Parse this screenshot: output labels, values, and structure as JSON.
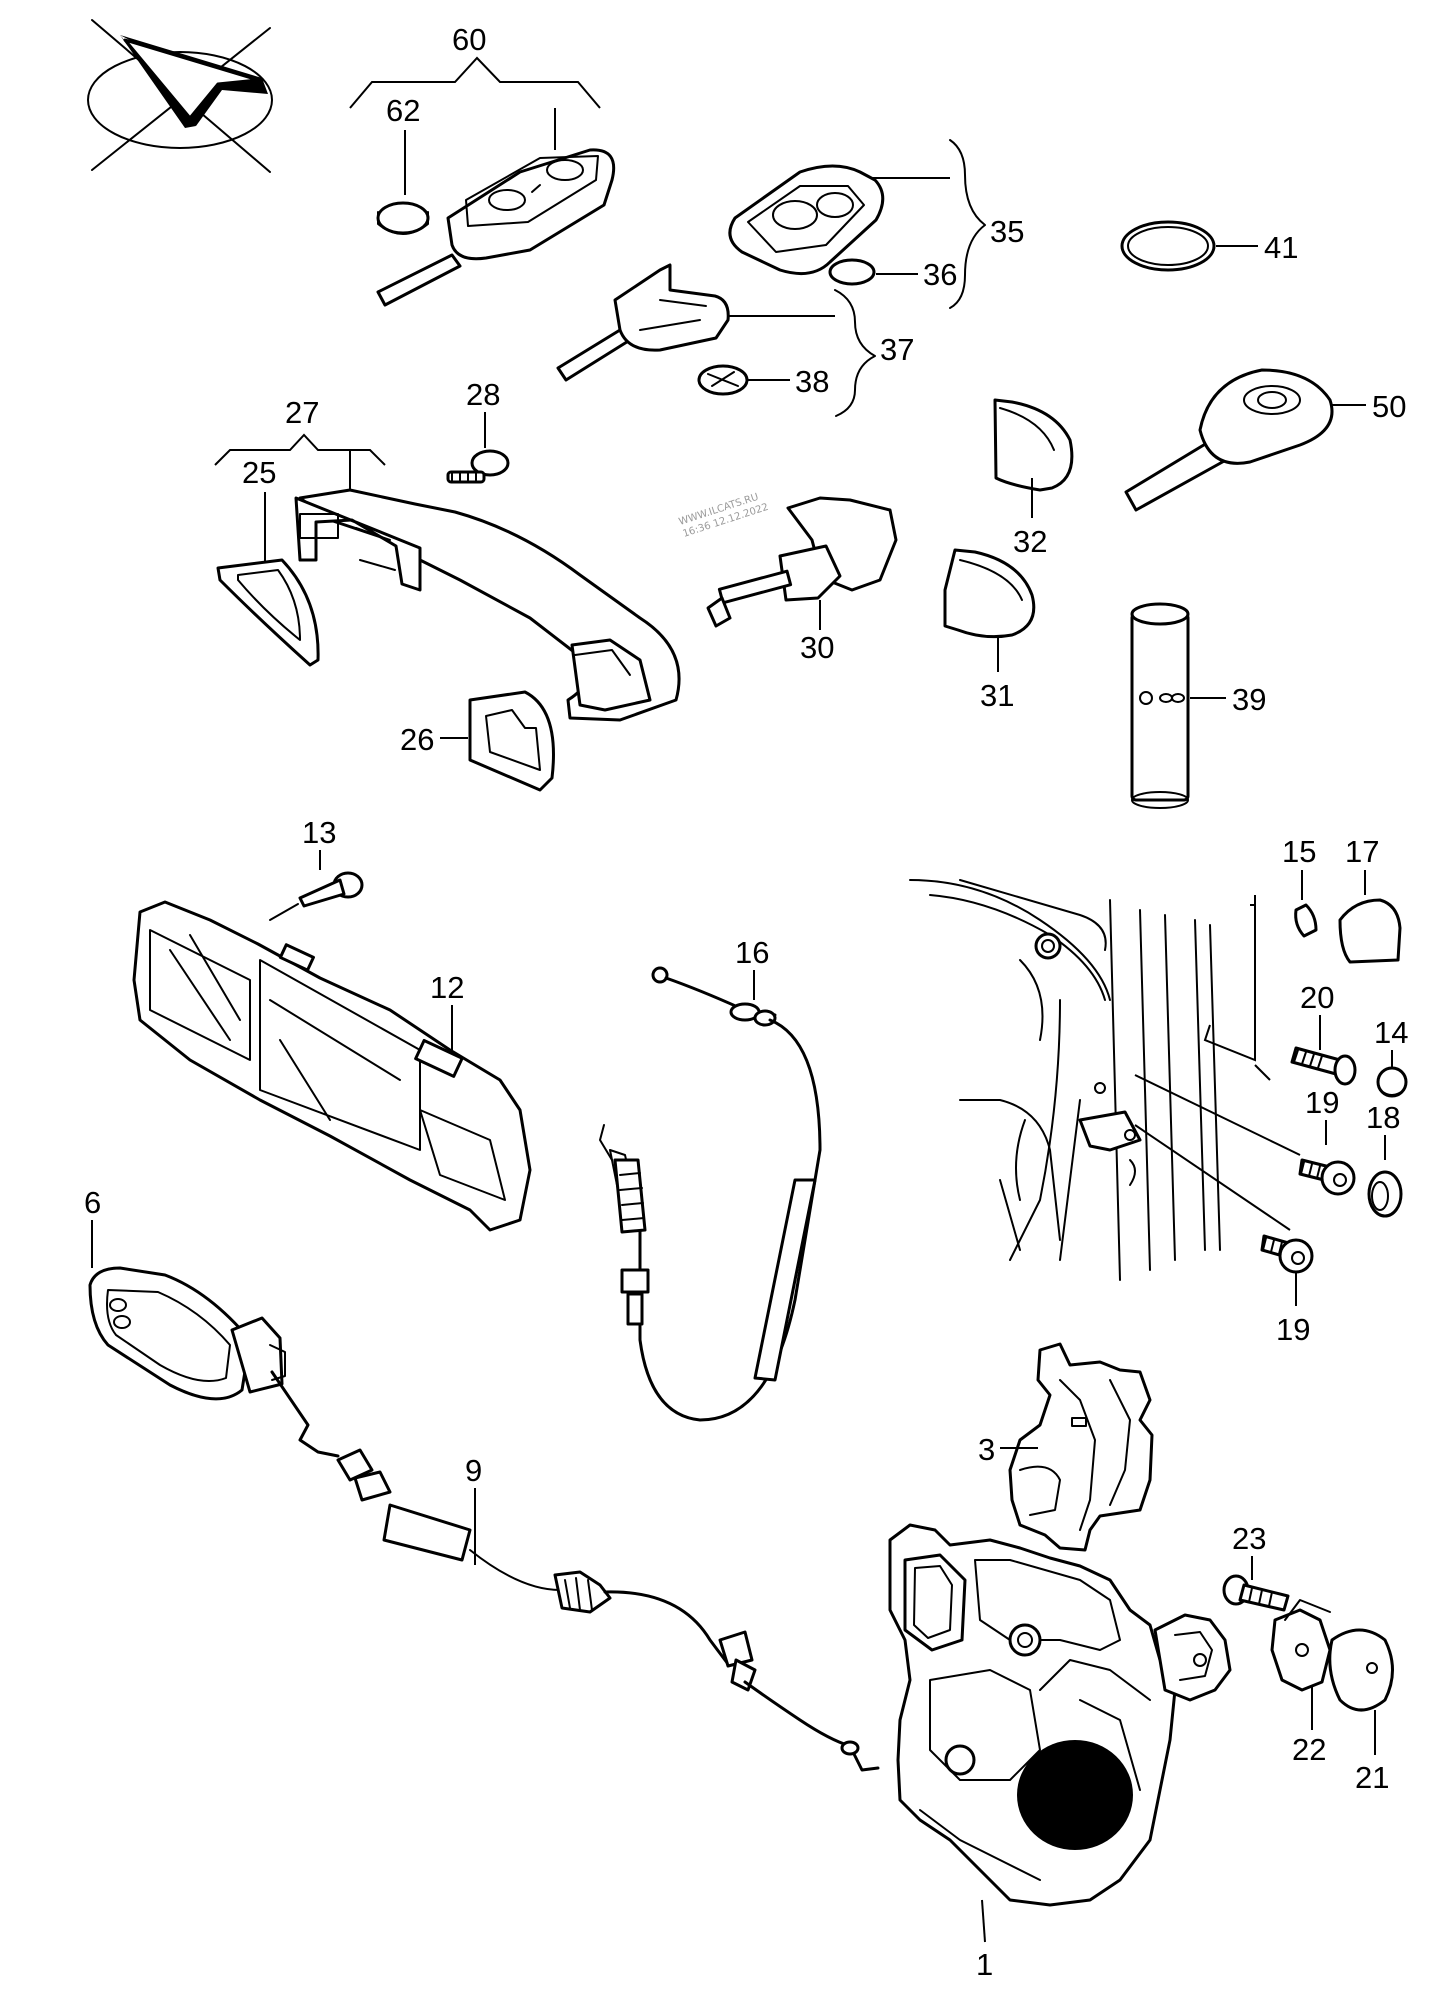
{
  "watermark": {
    "line1": "WWW.ILCATS.RU",
    "line2": "16:36 12.12.2022"
  },
  "callouts": [
    {
      "id": "c60",
      "label": "60"
    },
    {
      "id": "c62",
      "label": "62"
    },
    {
      "id": "c35",
      "label": "35"
    },
    {
      "id": "c36",
      "label": "36"
    },
    {
      "id": "c37",
      "label": "37"
    },
    {
      "id": "c38",
      "label": "38"
    },
    {
      "id": "c41",
      "label": "41"
    },
    {
      "id": "c50",
      "label": "50"
    },
    {
      "id": "c27",
      "label": "27"
    },
    {
      "id": "c25",
      "label": "25"
    },
    {
      "id": "c28",
      "label": "28"
    },
    {
      "id": "c32",
      "label": "32"
    },
    {
      "id": "c30",
      "label": "30"
    },
    {
      "id": "c31",
      "label": "31"
    },
    {
      "id": "c39",
      "label": "39"
    },
    {
      "id": "c26",
      "label": "26"
    },
    {
      "id": "c13",
      "label": "13"
    },
    {
      "id": "c12",
      "label": "12"
    },
    {
      "id": "c16",
      "label": "16"
    },
    {
      "id": "c15",
      "label": "15"
    },
    {
      "id": "c17",
      "label": "17"
    },
    {
      "id": "c20",
      "label": "20"
    },
    {
      "id": "c14",
      "label": "14"
    },
    {
      "id": "c19a",
      "label": "19"
    },
    {
      "id": "c18",
      "label": "18"
    },
    {
      "id": "c19b",
      "label": "19"
    },
    {
      "id": "c6",
      "label": "6"
    },
    {
      "id": "c3",
      "label": "3"
    },
    {
      "id": "c9",
      "label": "9"
    },
    {
      "id": "c23",
      "label": "23"
    },
    {
      "id": "c22",
      "label": "22"
    },
    {
      "id": "c21",
      "label": "21"
    },
    {
      "id": "c1",
      "label": "1"
    }
  ]
}
